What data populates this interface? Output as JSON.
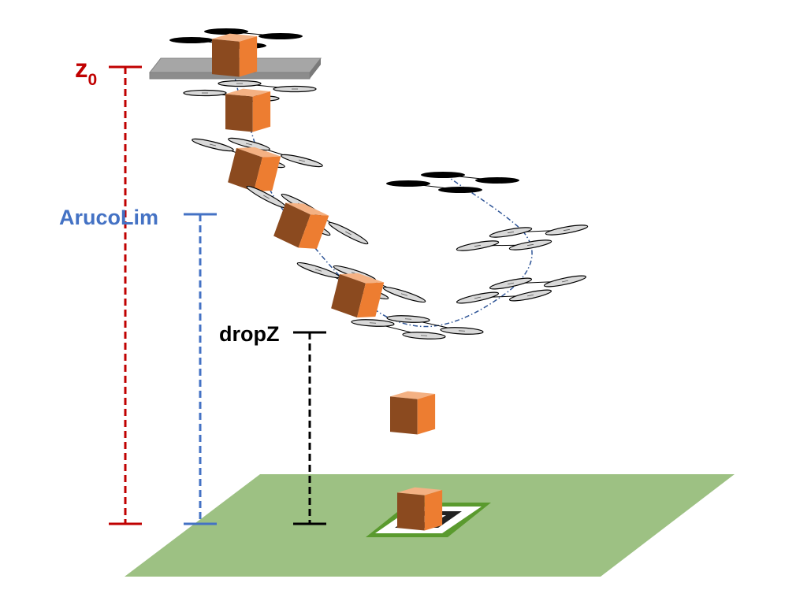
{
  "labels": {
    "z0_main": "z",
    "z0_sub": "0",
    "aruco_limit": "ArucoLim",
    "drop_z": "dropZ"
  },
  "colors": {
    "z0": "#c00000",
    "aruco_limit": "#4472c4",
    "drop_z": "#000000",
    "trajectory": "#2f5597",
    "ground": "#9dc183",
    "marker_border": "#5a9a2e",
    "box_front": "#8b4a1f",
    "box_side": "#ed7d31",
    "box_top": "#f4b183",
    "rotor_fill": "#d9d9d9",
    "platform": "#a6a6a6"
  }
}
